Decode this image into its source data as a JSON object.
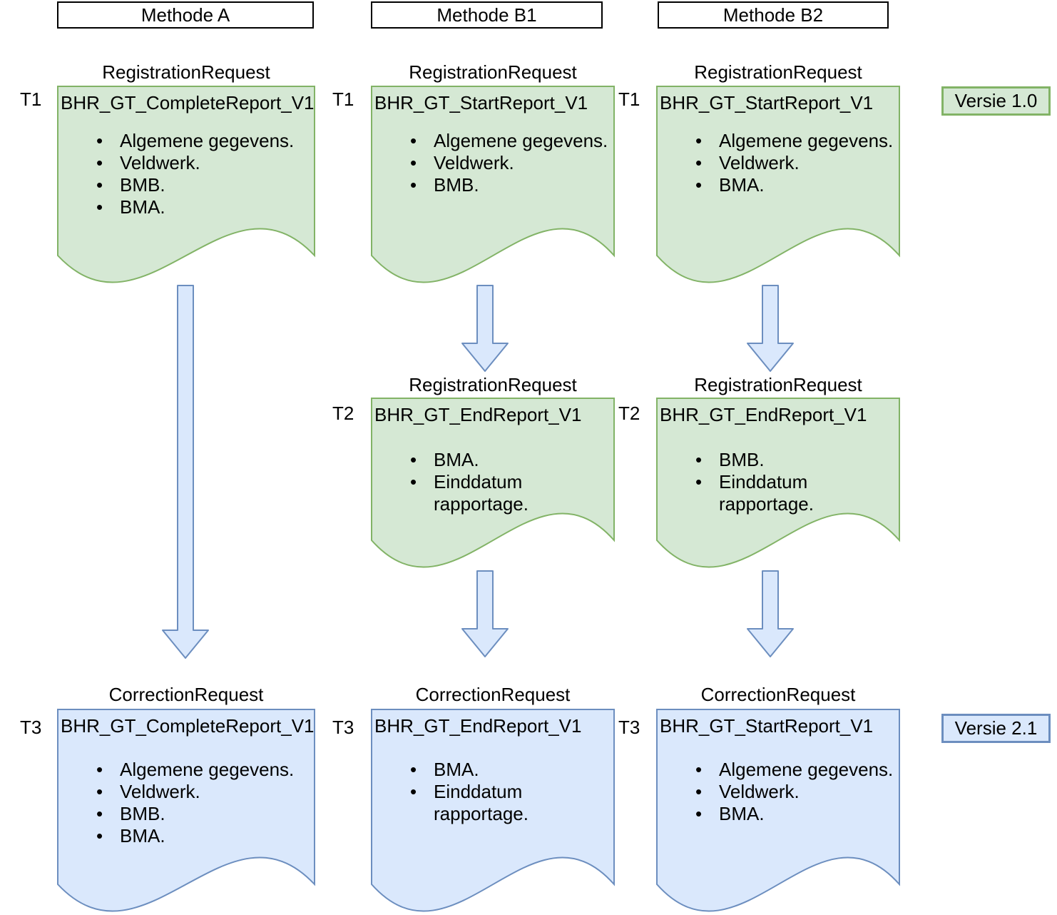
{
  "method_headers": [
    {
      "label": "Methode A"
    },
    {
      "label": "Methode B1"
    },
    {
      "label": "Methode B2"
    }
  ],
  "docs": {
    "a_t1": {
      "time": "T1",
      "request_type": "RegistrationRequest",
      "title": "BHR_GT_CompleteReport_V1",
      "bullets": [
        "Algemene gegevens.",
        "Veldwerk.",
        "BMB.",
        "BMA."
      ]
    },
    "b1_t1": {
      "time": "T1",
      "request_type": "RegistrationRequest",
      "title": "BHR_GT_StartReport_V1",
      "bullets": [
        "Algemene gegevens.",
        "Veldwerk.",
        "BMB."
      ]
    },
    "b2_t1": {
      "time": "T1",
      "request_type": "RegistrationRequest",
      "title": "BHR_GT_StartReport_V1",
      "bullets": [
        "Algemene gegevens.",
        "Veldwerk.",
        "BMA."
      ]
    },
    "b1_t2": {
      "time": "T2",
      "request_type": "RegistrationRequest",
      "title": "BHR_GT_EndReport_V1",
      "bullets": [
        "BMA.",
        "Einddatum rapportage."
      ]
    },
    "b2_t2": {
      "time": "T2",
      "request_type": "RegistrationRequest",
      "title": "BHR_GT_EndReport_V1",
      "bullets": [
        "BMB.",
        "Einddatum rapportage."
      ]
    },
    "a_t3": {
      "time": "T3",
      "request_type": "CorrectionRequest",
      "title": "BHR_GT_CompleteReport_V1",
      "bullets": [
        "Algemene gegevens.",
        "Veldwerk.",
        "BMB.",
        "BMA."
      ]
    },
    "b1_t3": {
      "time": "T3",
      "request_type": "CorrectionRequest",
      "title": "BHR_GT_EndReport_V1",
      "bullets": [
        "BMA.",
        "Einddatum rapportage."
      ]
    },
    "b2_t3": {
      "time": "T3",
      "request_type": "CorrectionRequest",
      "title": "BHR_GT_StartReport_V1",
      "bullets": [
        "Algemene gegevens.",
        "Veldwerk.",
        "BMA."
      ]
    }
  },
  "badges": {
    "v1": {
      "label": "Versie 1.0"
    },
    "v2": {
      "label": "Versie 2.1"
    }
  },
  "colors": {
    "registration_fill": "#d5e8d4",
    "registration_stroke": "#82b366",
    "correction_fill": "#dae8fc",
    "correction_stroke": "#6c8ebf",
    "arrow_fill": "#dae8fc",
    "arrow_stroke": "#6c8ebf",
    "header_border": "#000000",
    "text": "#000000"
  }
}
